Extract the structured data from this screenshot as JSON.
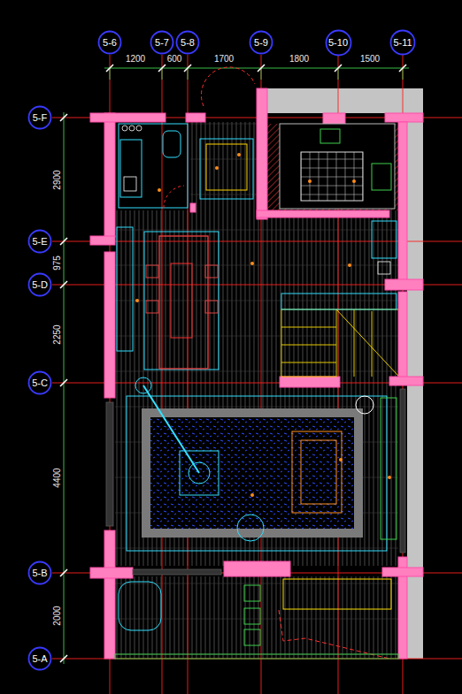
{
  "diagram": {
    "nodes": [
      {
        "text": [
          "5-6"
        ]
      },
      {
        "text": [
          "5-7"
        ]
      },
      {
        "text": [
          "5-8"
        ]
      },
      {
        "text": [
          "5-9"
        ]
      },
      {
        "text": [
          "5-10"
        ]
      },
      {
        "text": [
          "5-11"
        ]
      },
      {
        "text": [
          "5-F"
        ]
      },
      {
        "text": [
          "5-E"
        ]
      },
      {
        "text": [
          "5-D"
        ]
      },
      {
        "text": [
          "5-C"
        ]
      },
      {
        "text": [
          "5-B"
        ]
      },
      {
        "text": [
          "5-A"
        ]
      }
    ],
    "labels": [
      "1200",
      "600",
      "1700",
      "1800",
      "1500",
      "2900",
      "975",
      "2250",
      "4400",
      "2000"
    ]
  }
}
